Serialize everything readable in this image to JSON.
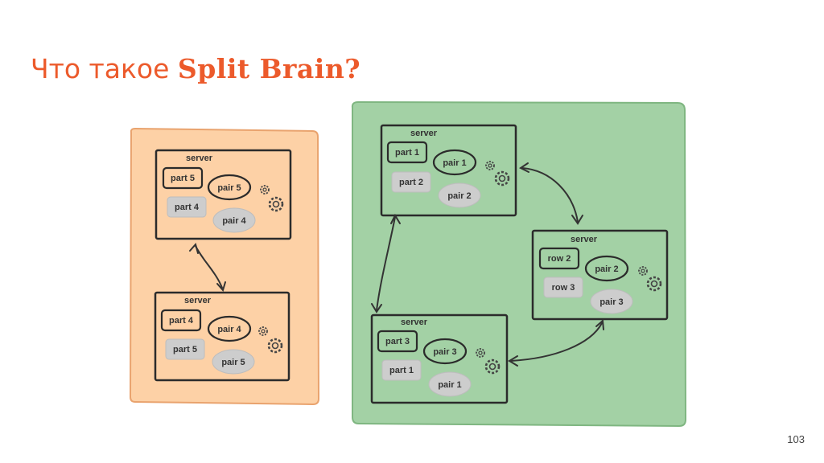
{
  "title": {
    "prefix": "Что такое",
    "emphasis": "Split Brain?"
  },
  "page_number": "103",
  "colors": {
    "accent": "#ec5a2b",
    "left_panel": "#fdd1a6",
    "right_panel": "#a3d1a5",
    "server_border": "#2b2b2b",
    "item_gray": "#cdcdcd"
  },
  "servers": {
    "left_top": {
      "label": "server",
      "a": "part 5",
      "b": "pair 5",
      "c": "part 4",
      "d": "pair 4"
    },
    "left_bottom": {
      "label": "server",
      "a": "part 4",
      "b": "pair 4",
      "c": "part 5",
      "d": "pair 5"
    },
    "right_top": {
      "label": "server",
      "a": "part 1",
      "b": "pair 1",
      "c": "part 2",
      "d": "pair 2"
    },
    "right_middle": {
      "label": "server",
      "a": "row 2",
      "b": "pair 2",
      "c": "row 3",
      "d": "pair 3"
    },
    "right_bottom": {
      "label": "server",
      "a": "part 3",
      "b": "pair 3",
      "c": "part 1",
      "d": "pair 1"
    }
  }
}
